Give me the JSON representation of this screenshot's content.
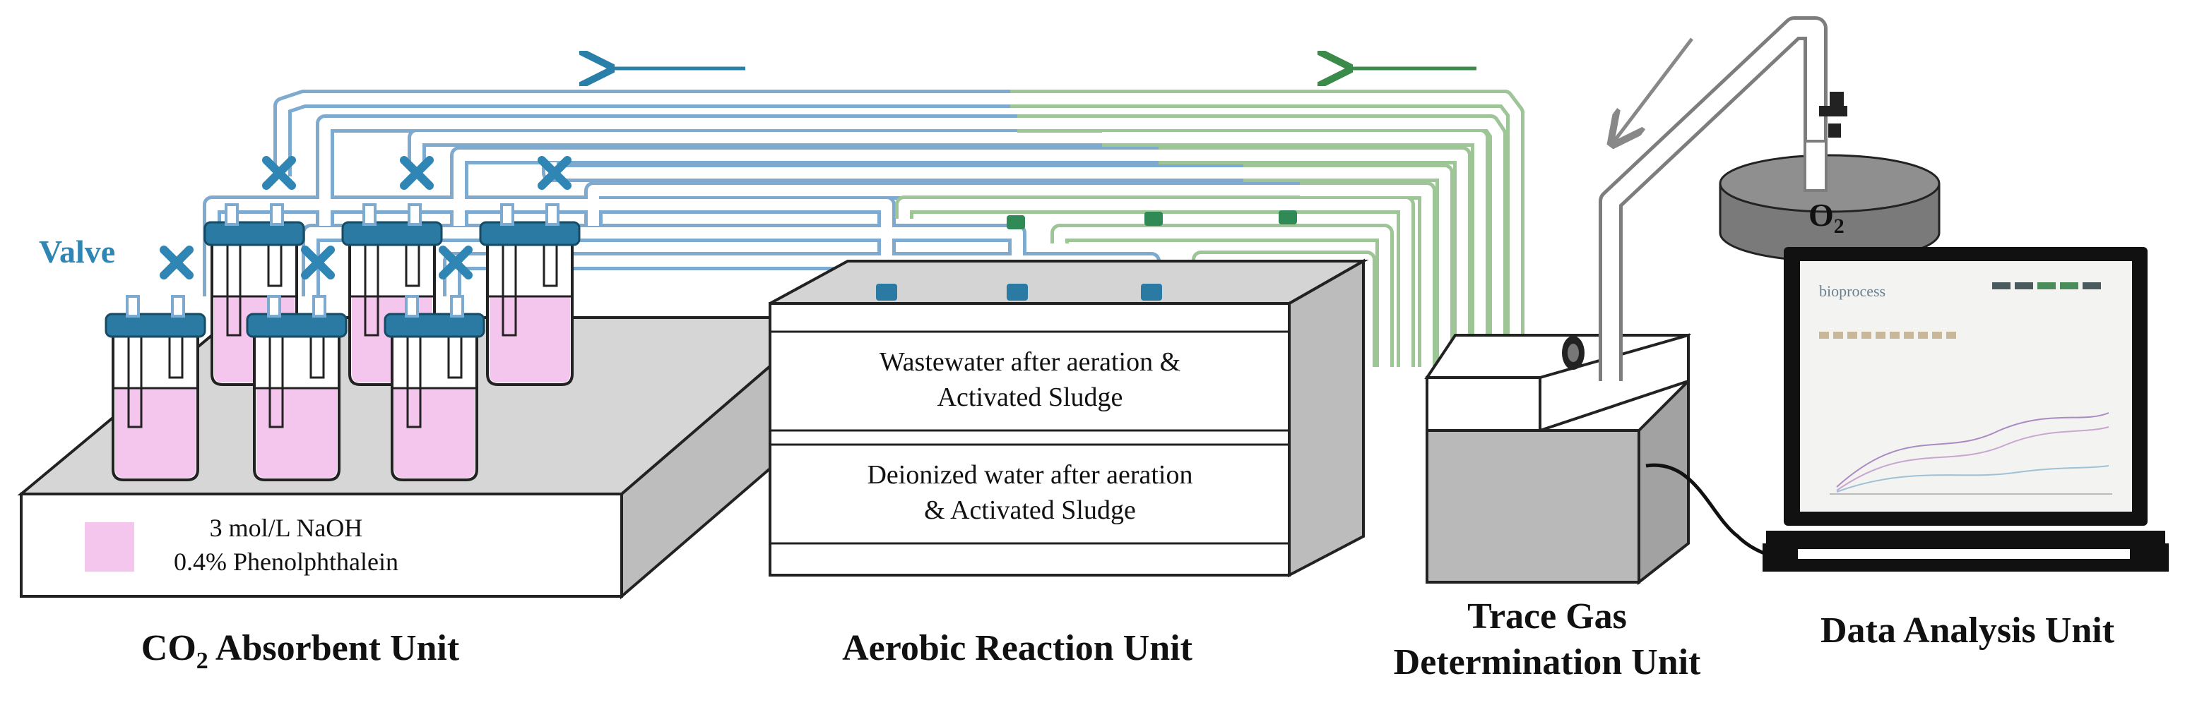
{
  "labels": {
    "valve": "Valve",
    "o2": "O",
    "o2_sub": "2",
    "co2_prefix": "CO",
    "co2_sub": "2",
    "co2_suffix": " Absorbent Unit",
    "aerobic": "Aerobic Reaction Unit",
    "trace_line1": "Trace Gas",
    "trace_line2": "Determination Unit",
    "data_analysis": "Data Analysis Unit"
  },
  "legend": {
    "line1": "3 mol/L NaOH",
    "line2": "0.4% Phenolphthalein"
  },
  "tank": {
    "layer1_line1": "Wastewater after aeration &",
    "layer1_line2": "Activated Sludge",
    "layer2_line1": "Deionized water after aeration",
    "layer2_line2": "& Activated Sludge"
  },
  "screen": {
    "brand": "bioprocess"
  },
  "colors": {
    "blue_tube": "#7eaad0",
    "blue_cap": "#2a7aa3",
    "green_tube": "#9ec596",
    "green_cap": "#2f8a55",
    "pink_liquid": "#f4c6ee",
    "valve_blue": "#2f86b4",
    "arrow_blue": "#2a7fa8",
    "arrow_green": "#3a8a4a",
    "o2_disk": "#7a7a7a"
  },
  "icons": [
    "valve-x-icon",
    "flow-arrow-icon",
    "cable-connector-icon",
    "laptop-icon"
  ]
}
